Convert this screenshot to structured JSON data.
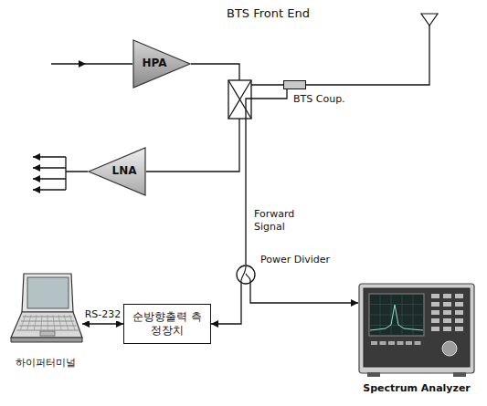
{
  "diagram": {
    "nodes": [
      {
        "text": [
          "HPA"
        ]
      },
      {
        "text": [
          "LNA"
        ]
      },
      {
        "text": [
          "BTS Coup."
        ]
      },
      {
        "text": [
          "Power Divider"
        ]
      },
      {
        "text": [
          "순방향출력 측정장치"
        ]
      },
      {
        "text": [
          "하이퍼터미널"
        ]
      },
      {
        "text": [
          "Spectrum Analyzer"
        ]
      }
    ],
    "edges": [
      {
        "from": 2,
        "to": 3,
        "label": "Forward Signal",
        "arrow": "none"
      },
      {
        "from": 3,
        "to": 4,
        "arrow": "to"
      },
      {
        "from": 3,
        "to": 6,
        "arrow": "to"
      },
      {
        "from": 5,
        "to": 4,
        "label": "RS-232",
        "arrow": "both"
      }
    ],
    "labels": [
      "BTS Front End"
    ]
  }
}
